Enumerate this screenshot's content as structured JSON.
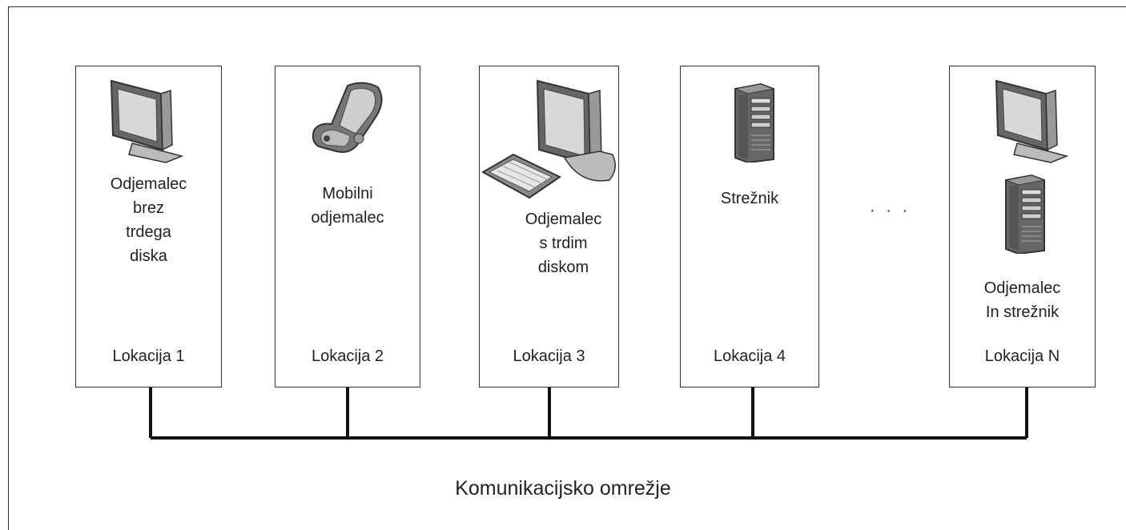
{
  "locations": [
    {
      "label": "Lokacija 1",
      "client_lines": [
        "Odjemalec",
        "brez",
        "trdega",
        "diska"
      ],
      "icons": [
        "monitor-icon"
      ]
    },
    {
      "label": "Lokacija 2",
      "client_lines": [
        "Mobilni",
        "odjemalec"
      ],
      "icons": [
        "mobile-phone-icon"
      ]
    },
    {
      "label": "Lokacija 3",
      "client_lines": [
        "Odjemalec",
        "s trdim",
        "diskom"
      ],
      "icons": [
        "monitor-icon",
        "keyboard-icon"
      ]
    },
    {
      "label": "Lokacija 4",
      "client_lines": [
        "Strežnik"
      ],
      "icons": [
        "server-tower-icon"
      ]
    },
    {
      "label": "Lokacija N",
      "client_lines": [
        "Odjemalec",
        "In strežnik"
      ],
      "icons": [
        "monitor-icon",
        "server-tower-icon"
      ]
    }
  ],
  "ellipsis": "· · ·",
  "network_label": "Komunikacijsko omrežje"
}
